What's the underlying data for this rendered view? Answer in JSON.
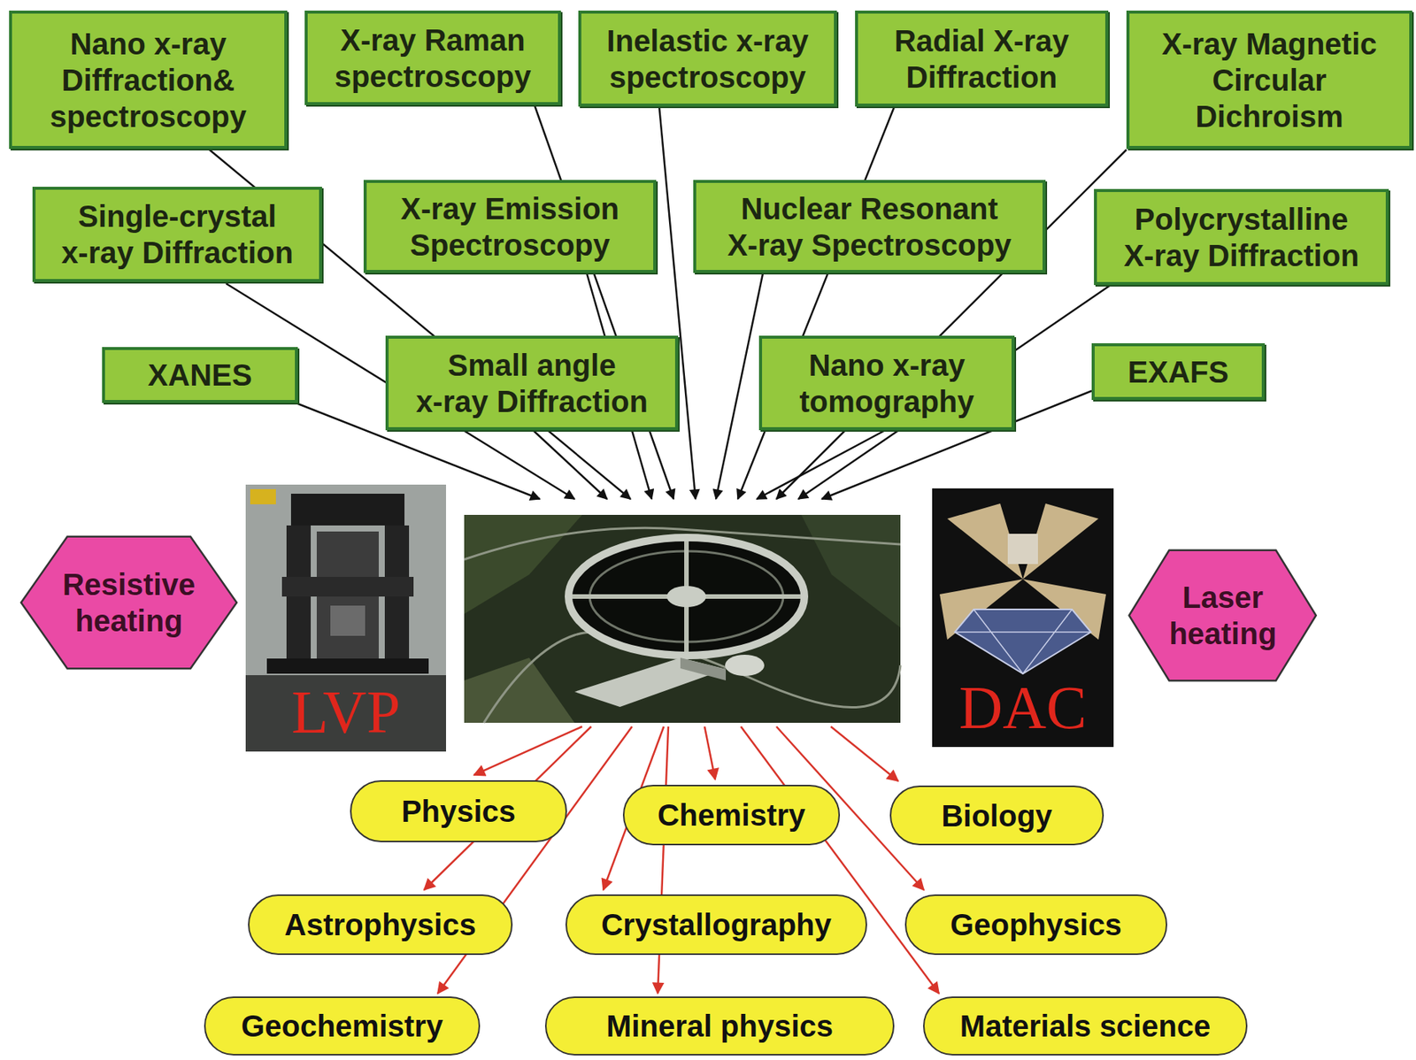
{
  "diagram": {
    "nodes": [
      {
        "text": [
          "Nano x-ray Diffraction& spectroscopy"
        ]
      },
      {
        "text": [
          "X-ray Raman spectroscopy"
        ]
      },
      {
        "text": [
          "Inelastic x-ray spectroscopy"
        ]
      },
      {
        "text": [
          "Radial X-ray Diffraction"
        ]
      },
      {
        "text": [
          "X-ray Magnetic Circular Dichroism"
        ]
      },
      {
        "text": [
          "Single-crystal x-ray Diffraction"
        ]
      },
      {
        "text": [
          "X-ray Emission Spectroscopy"
        ]
      },
      {
        "text": [
          "Nuclear Resonant X-ray Spectroscopy"
        ]
      },
      {
        "text": [
          "Polycrystalline X-ray Diffraction"
        ]
      },
      {
        "text": [
          "XANES"
        ]
      },
      {
        "text": [
          "Small angle x-ray Diffraction"
        ]
      },
      {
        "text": [
          "Nano x-ray tomography"
        ]
      },
      {
        "text": [
          "EXAFS"
        ]
      },
      {
        "text": [
          "Resistive heating"
        ]
      },
      {
        "text": [
          "LVP"
        ]
      },
      {
        "text": [
          "DAC"
        ]
      },
      {
        "text": [
          "Laser heating"
        ]
      },
      {
        "text": [
          "Physics"
        ]
      },
      {
        "text": [
          "Chemistry"
        ]
      },
      {
        "text": [
          "Biology"
        ]
      },
      {
        "text": [
          "Astrophysics"
        ]
      },
      {
        "text": [
          "Crystallography"
        ]
      },
      {
        "text": [
          "Geophysics"
        ]
      },
      {
        "text": [
          "Geochemistry"
        ]
      },
      {
        "text": [
          "Mineral physics"
        ]
      },
      {
        "text": [
          "Materials science"
        ]
      }
    ]
  }
}
